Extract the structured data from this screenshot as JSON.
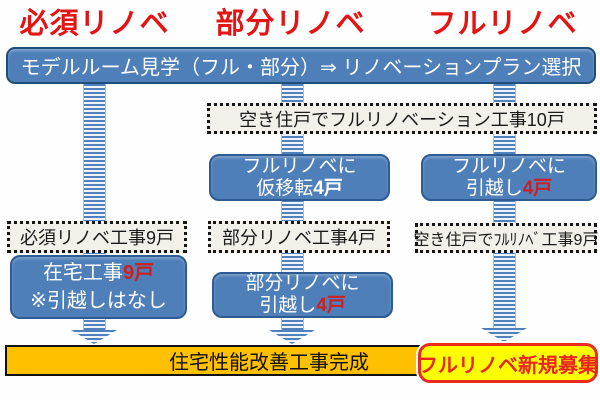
{
  "headers": [
    "必須リノベ",
    "部分リノベ",
    "フルリノベ"
  ],
  "banner": {
    "text": "モデルルーム見学（フル・部分）⇒ リノベーションプラン選択"
  },
  "boxes": {
    "vacant10": "空き住戸でフルリノベーション工事10戸",
    "temp_move": {
      "line1": "フルリノベに",
      "action": "仮移転",
      "count": "4戸"
    },
    "move_full": {
      "line1": "フルリノベに",
      "action": "引越し",
      "count": "4戸"
    },
    "required_work": "必須リノベ工事9戸",
    "partial_work": "部分リノベ工事4戸",
    "vacant9": "空き住戸でﾌﾙﾘﾉﾍﾞ工事9戸",
    "at_home": {
      "action": "在宅工事",
      "count": "9戸",
      "note": "※引越しはなし"
    },
    "move_partial": {
      "line1": "部分リノベに",
      "action": "引越し",
      "count": "4戸"
    }
  },
  "footer": {
    "complete": "住宅性能改善工事完成",
    "recruit": "フルリノベ新規募集"
  },
  "colors": {
    "header_red": "#e31414",
    "box_blue": "#4e7fb8",
    "box_blue_border": "#2d5b92",
    "banner_border": "#1f4e79",
    "arrow_blue": "#4f81bd",
    "dashed_box_bg": "#f3f0ea",
    "footer_orange": "#ffc000",
    "recruit_yellow": "#ffff00",
    "count_red": "#cc1f1f",
    "recruit_red": "#e8251f"
  }
}
